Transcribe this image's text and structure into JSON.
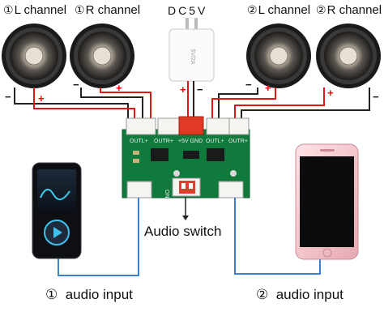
{
  "labels": {
    "ch1_left": {
      "num": "①",
      "text": "L channel"
    },
    "ch1_right": {
      "num": "①",
      "text": "R channel"
    },
    "power": "DC5V",
    "ch2_left": {
      "num": "②",
      "text": "L channel"
    },
    "ch2_right": {
      "num": "②",
      "text": "R channel"
    },
    "switch": "Audio switch",
    "input1": {
      "num": "①",
      "text": "audio input"
    },
    "input2": {
      "num": "②",
      "text": "audio input"
    }
  },
  "signs": {
    "plus": "+",
    "minus": "−"
  },
  "board": {
    "out1_left": "OUTL+",
    "out1_right": "OUTR+",
    "power_pins": "+5V  GND",
    "out2_left": "OUTL+",
    "out2_right": "OUTR+",
    "dip": "ON"
  },
  "colors": {
    "board": "#0f7a3c",
    "plus_wire": "#e01414",
    "minus_wire": "#222222",
    "audio_wire": "#3a7fd6"
  }
}
